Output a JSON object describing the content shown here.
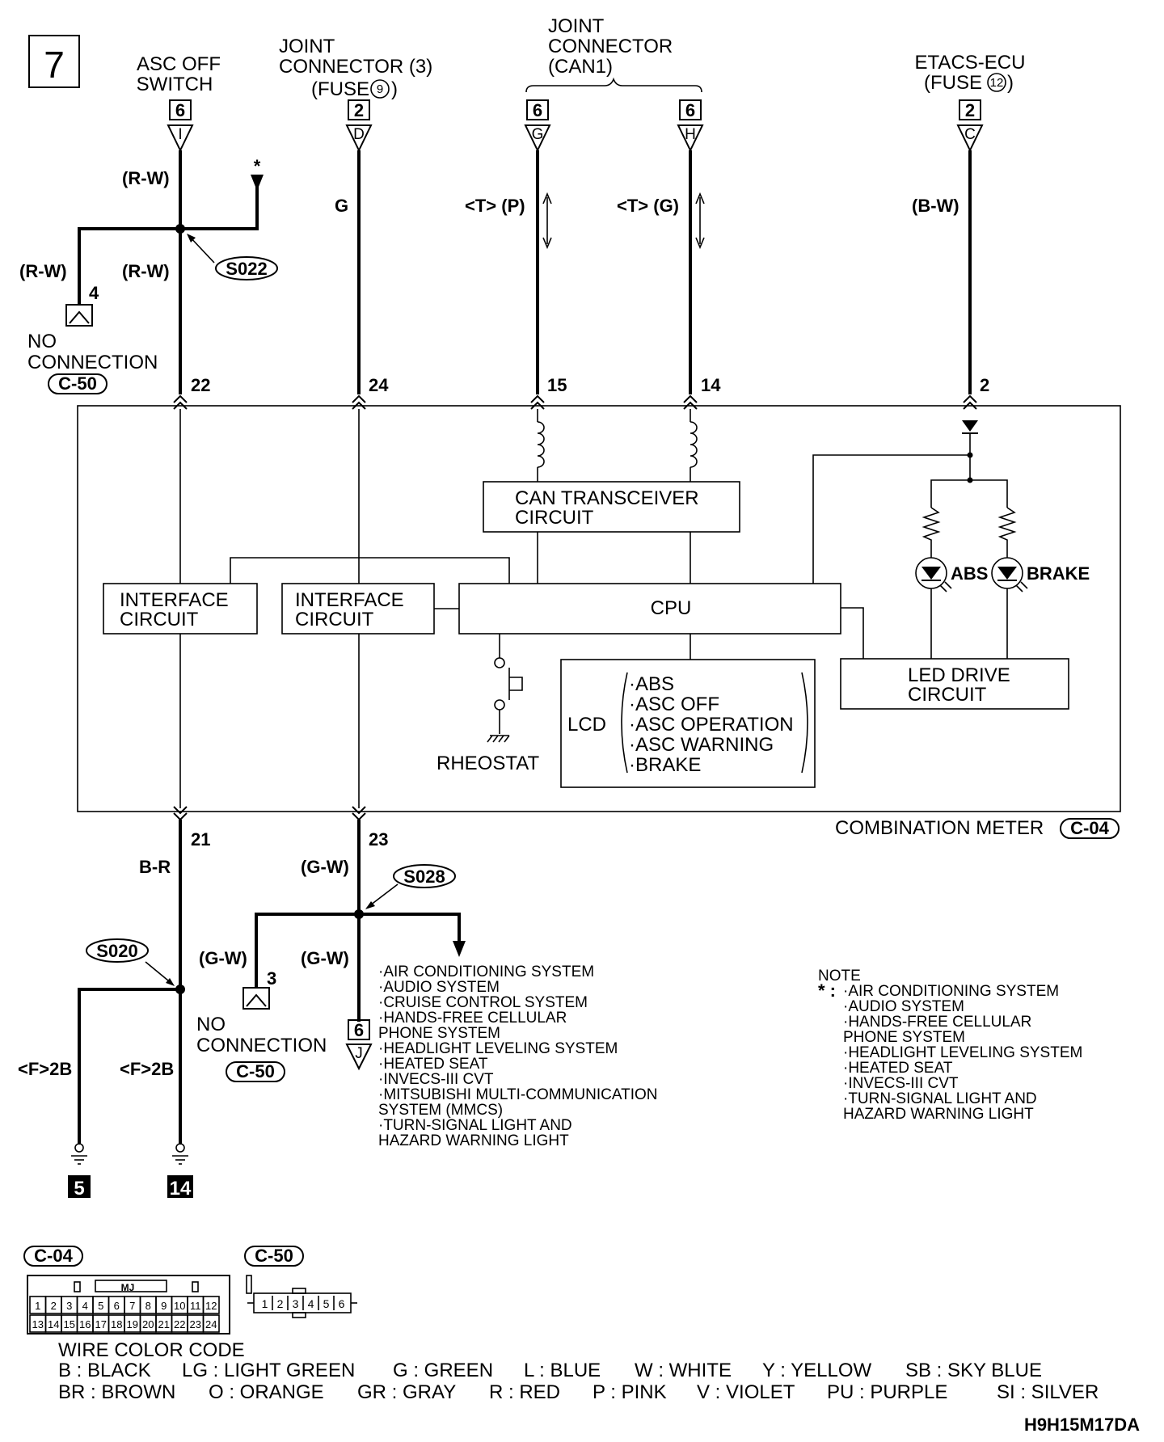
{
  "page_number": "7",
  "diagram_code": "H9H15M17DA",
  "top_labels": {
    "asc_off": [
      "ASC OFF",
      "SWITCH"
    ],
    "joint3": [
      "JOINT",
      "CONNECTOR (3)",
      "(FUSE",
      "9",
      ")"
    ],
    "jointcan": [
      "JOINT",
      "CONNECTOR",
      "(CAN1)"
    ],
    "etacs": [
      "ETACS-ECU",
      "(FUSE",
      "12",
      ")"
    ]
  },
  "connectors": {
    "asc_off": {
      "num": "6",
      "letter": "I"
    },
    "joint3": {
      "num": "2",
      "letter": "D"
    },
    "can_g": {
      "num": "6",
      "letter": "G"
    },
    "can_h": {
      "num": "6",
      "letter": "H"
    },
    "etacs": {
      "num": "2",
      "letter": "C"
    },
    "out_j": {
      "num": "6",
      "letter": "J"
    }
  },
  "wire_colors": {
    "rw_top": "(R-W)",
    "rw_left": "(R-W)",
    "rw_main": "(R-W)",
    "g": "G",
    "can_p": "<T> (P)",
    "can_g": "<T> (G)",
    "bw": "(B-W)",
    "br": "B-R",
    "gw_main": "(G-W)",
    "gw_left": "(G-W)",
    "gw_down": "(G-W)",
    "f2b_left": "<F>2B",
    "f2b_right": "<F>2B"
  },
  "splices": {
    "s022": "S022",
    "s028": "S028",
    "s020": "S020"
  },
  "pins": {
    "p22": "22",
    "p24": "24",
    "p15": "15",
    "p14": "14",
    "p2": "2",
    "p21": "21",
    "p23": "23",
    "p4": "4",
    "p3": "3"
  },
  "no_connection_1": [
    "NO",
    "CONNECTION"
  ],
  "no_connection_2": [
    "NO",
    "CONNECTION"
  ],
  "conn_tags": {
    "c50_a": "C-50",
    "c50_b": "C-50",
    "c04_meter": "C-04",
    "c04_legend": "C-04",
    "c50_legend": "C-50"
  },
  "meter_label": "COMBINATION METER",
  "blocks": {
    "can": [
      "CAN TRANSCEIVER",
      "CIRCUIT"
    ],
    "if1": [
      "INTERFACE",
      "CIRCUIT"
    ],
    "if2": [
      "INTERFACE",
      "CIRCUIT"
    ],
    "cpu": "CPU",
    "led": [
      "LED DRIVE",
      "CIRCUIT"
    ],
    "lcd_label": "LCD",
    "lcd_items": [
      "·ABS",
      "·ASC OFF",
      "·ASC OPERATION",
      "·ASC WARNING",
      "·BRAKE"
    ],
    "rheostat": "RHEOSTAT"
  },
  "leds": {
    "abs": "ABS",
    "brake": "BRAKE"
  },
  "star": "*",
  "systems_list": [
    "·AIR CONDITIONING SYSTEM",
    "·AUDIO SYSTEM",
    "·CRUISE CONTROL SYSTEM",
    "·HANDS-FREE CELLULAR",
    " PHONE SYSTEM",
    "·HEADLIGHT LEVELING SYSTEM",
    "·HEATED SEAT",
    "·INVECS-III CVT",
    "·MITSUBISHI MULTI-COMMUNICATION",
    " SYSTEM (MMCS)",
    "·TURN-SIGNAL LIGHT AND",
    " HAZARD WARNING LIGHT"
  ],
  "note": {
    "title": "NOTE",
    "star_prefix": "* :",
    "items": [
      "·AIR CONDITIONING SYSTEM",
      "·AUDIO SYSTEM",
      "·HANDS-FREE CELLULAR",
      " PHONE SYSTEM",
      "·HEADLIGHT LEVELING SYSTEM",
      "·HEATED SEAT",
      "·INVECS-III CVT",
      "·TURN-SIGNAL LIGHT AND",
      " HAZARD WARNING LIGHT"
    ]
  },
  "grounds": {
    "g5": "5",
    "g14": "14"
  },
  "c04_pins_top": [
    "1",
    "2",
    "3",
    "4",
    "5",
    "6",
    "7",
    "8",
    "9",
    "10",
    "11",
    "12"
  ],
  "c04_pins_bottom": [
    "13",
    "14",
    "15",
    "16",
    "17",
    "18",
    "19",
    "20",
    "21",
    "22",
    "23",
    "24"
  ],
  "c04_key": "MJ",
  "c50_pins": [
    "1",
    "2",
    "3",
    "4",
    "5",
    "6"
  ],
  "wire_code": {
    "title": "WIRE COLOR CODE",
    "row1": [
      "B : BLACK",
      "LG : LIGHT GREEN",
      "G : GREEN",
      "L : BLUE",
      "W : WHITE",
      "Y : YELLOW",
      "SB : SKY BLUE"
    ],
    "row2": [
      "BR : BROWN",
      "O : ORANGE",
      "GR : GRAY",
      "R : RED",
      "P : PINK",
      "V : VIOLET",
      "PU : PURPLE",
      "SI : SILVER"
    ]
  }
}
